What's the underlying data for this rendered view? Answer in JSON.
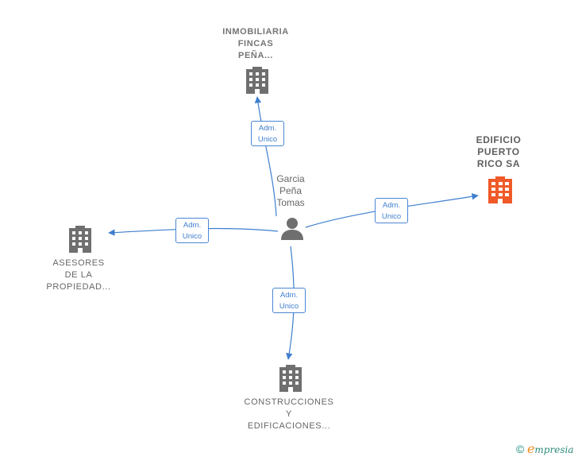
{
  "nodes": {
    "inmobiliaria": {
      "label": "INMOBILIARIA\nFINCAS\nPEÑA..."
    },
    "edificio": {
      "label": "EDIFICIO\nPUERTO\nRICO SA",
      "color": "#f05a28"
    },
    "asesores": {
      "label": "ASESORES\nDE LA\nPROPIEDAD..."
    },
    "construcciones": {
      "label": "CONSTRUCCIONES\nY\nEDIFICACIONES..."
    },
    "person": {
      "label": "Garcia\nPeña\nTomas"
    }
  },
  "edges": {
    "top": "Adm.\nUnico",
    "right": "Adm.\nUnico",
    "left": "Adm.\nUnico",
    "bottom": "Adm.\nUnico"
  },
  "colors": {
    "edge": "#3f7fcf",
    "building": "#6f6f6f",
    "person": "#6f6f6f"
  },
  "brand": {
    "copyright": "©",
    "e": "e",
    "name": "mpresia"
  }
}
